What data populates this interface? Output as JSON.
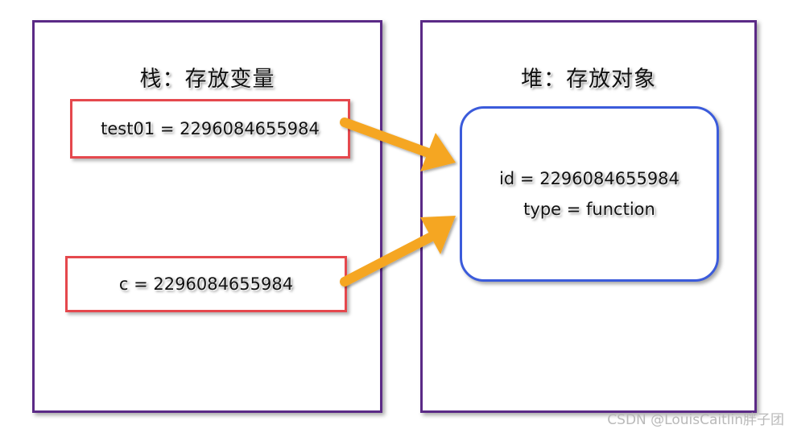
{
  "stack": {
    "title": "栈：存放变量",
    "variables": [
      {
        "text": "test01 = 2296084655984"
      },
      {
        "text": "c = 2296084655984"
      }
    ]
  },
  "heap": {
    "title": "堆：存放对象",
    "object": {
      "lines": [
        "id = 2296084655984",
        "type = function"
      ]
    }
  },
  "colors": {
    "panel_border": "#5b2a86",
    "variable_border": "#e5484d",
    "object_border": "#3b5bdb",
    "arrow": "#f5a623"
  },
  "watermark": "CSDN @LouisCaitlin胖子团"
}
